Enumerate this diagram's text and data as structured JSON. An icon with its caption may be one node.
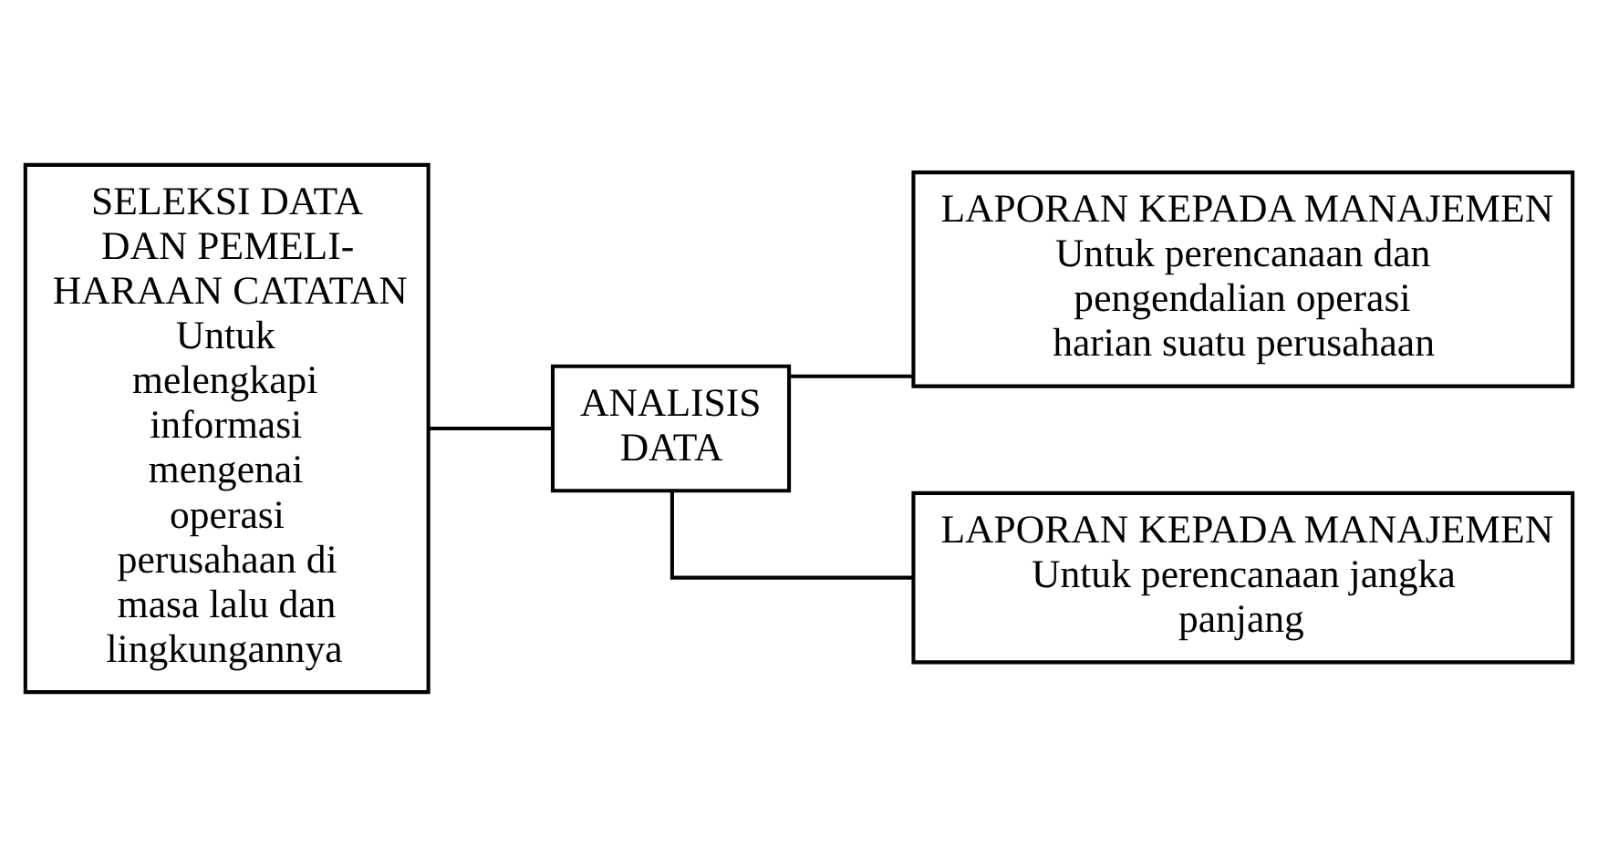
{
  "diagram": {
    "nodes": [
      {
        "text": [
          "SELEKSI DATA DAN PEMELI- HARAAN CATATAN",
          "Untuk melengkapi informasi mengenai operasi perusahaan di masa lalu dan lingkungannya"
        ]
      },
      {
        "text": [
          "ANALISIS DATA"
        ]
      },
      {
        "text": [
          "LAPORAN KEPADA MANAJEMEN",
          "Untuk perencanaan dan pengendalian operasi harian suatu perusahaan"
        ]
      },
      {
        "text": [
          "LAPORAN KEPADA MANAJEMEN",
          "Untuk perencanaan jangka panjang"
        ]
      }
    ],
    "edges": [
      {
        "from": 0,
        "to": 1,
        "arrow": "none"
      },
      {
        "from": 1,
        "to": 2,
        "arrow": "none"
      },
      {
        "from": 1,
        "to": 3,
        "arrow": "none"
      }
    ]
  }
}
